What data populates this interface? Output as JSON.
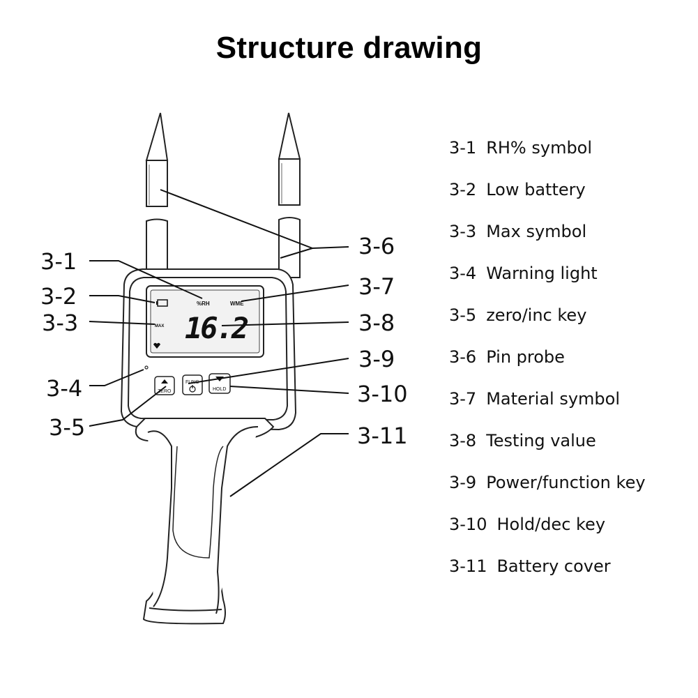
{
  "title": "Structure drawing",
  "device": {
    "display_value": "16.2",
    "rh_label": "%RH",
    "material_label": "WME",
    "max_label": "MAX",
    "key_zero_label": "ZERO",
    "key_func_label": "FUNC",
    "key_hold_label": "HOLD"
  },
  "callouts": {
    "c3_1": "3-1",
    "c3_2": "3-2",
    "c3_3": "3-3",
    "c3_4": "3-4",
    "c3_5": "3-5",
    "c3_6": "3-6",
    "c3_7": "3-7",
    "c3_8": "3-8",
    "c3_9": "3-9",
    "c3_10": "3-10",
    "c3_11": "3-11"
  },
  "legend": [
    {
      "code": "3-1",
      "label": "RH% symbol"
    },
    {
      "code": "3-2",
      "label": "Low battery"
    },
    {
      "code": "3-3",
      "label": "Max symbol"
    },
    {
      "code": "3-4",
      "label": "Warning light"
    },
    {
      "code": "3-5",
      "label": "zero/inc key"
    },
    {
      "code": "3-6",
      "label": "Pin probe"
    },
    {
      "code": "3-7",
      "label": "Material symbol"
    },
    {
      "code": "3-8",
      "label": "Testing value"
    },
    {
      "code": "3-9",
      "label": "Power/function key"
    },
    {
      "code": "3-10",
      "label": "Hold/dec key"
    },
    {
      "code": "3-11",
      "label": "Battery cover"
    }
  ]
}
